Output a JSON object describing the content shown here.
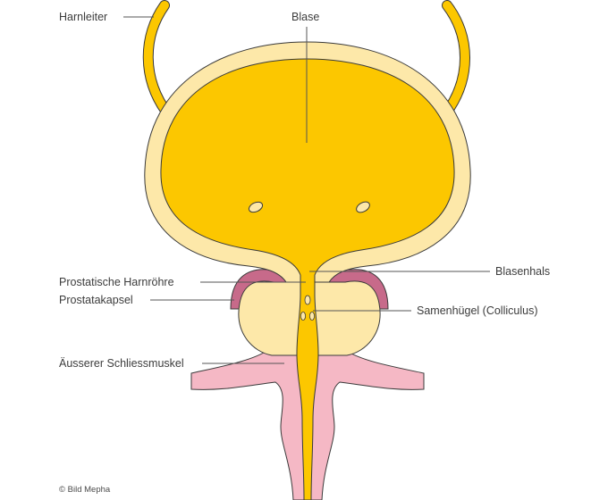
{
  "labels": {
    "harnleiter": "Harnleiter",
    "blase": "Blase",
    "blasenhals": "Blasenhals",
    "prostatische_harnroehre": "Prostatische Harnröhre",
    "prostatakapsel": "Prostatakapsel",
    "samenhuegel": "Samenhügel (Colliculus)",
    "schliessmuskel": "Äusserer Schliessmuskel"
  },
  "credit": "© Bild Mepha",
  "colors": {
    "urine_yellow": "#FCC700",
    "bladder_wall": "#FDE8A9",
    "prostate": "#FDE8A9",
    "capsule": "#C76A8A",
    "sphincter": "#F5B8C5",
    "outline": "#3a3a3a",
    "leader_line": "#555555"
  }
}
